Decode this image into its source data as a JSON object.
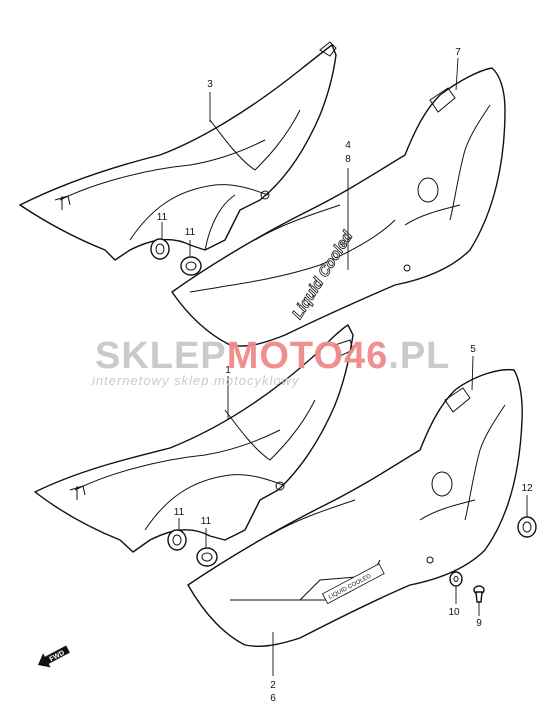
{
  "callouts": [
    {
      "id": "c3",
      "text": "3"
    },
    {
      "id": "c7",
      "text": "7"
    },
    {
      "id": "c4",
      "text": "4"
    },
    {
      "id": "c8",
      "text": "8"
    },
    {
      "id": "c11a",
      "text": "11"
    },
    {
      "id": "c11b",
      "text": "11"
    },
    {
      "id": "c5",
      "text": "5"
    },
    {
      "id": "c1",
      "text": "1"
    },
    {
      "id": "c12",
      "text": "12"
    },
    {
      "id": "c11c",
      "text": "11"
    },
    {
      "id": "c11d",
      "text": "11"
    },
    {
      "id": "c10",
      "text": "10"
    },
    {
      "id": "c9",
      "text": "9"
    },
    {
      "id": "c2",
      "text": "2"
    },
    {
      "id": "c6",
      "text": "6"
    }
  ],
  "decal_upper": "Liquid Cooled",
  "decal_lower": "LIQUID COOLED",
  "fwd_label": "FWD",
  "watermark": {
    "brand_prefix": "SKLEP",
    "brand_highlight": "MOTO",
    "brand_number": "46",
    "brand_suffix": ".PL",
    "tagline": "internetowy sklep motocyklowy",
    "color_gray": "#c8c8c8",
    "color_red": "#f08a8a"
  }
}
